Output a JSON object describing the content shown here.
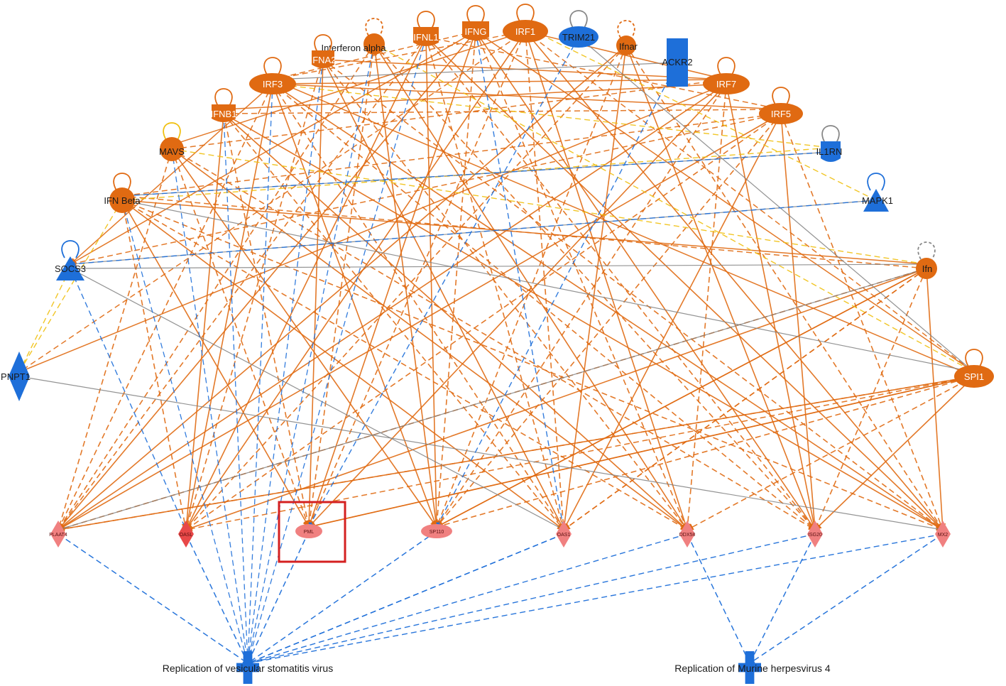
{
  "colors": {
    "up_node": "#e06a12",
    "down_node": "#1e6fd9",
    "target_node": "#f08080",
    "target_strong": "#e84848",
    "activation_edge": "#e06a12",
    "inhibition_edge": "#1e6fd9",
    "yellow_edge": "#f0c010",
    "grey_edge": "#808080",
    "highlight_box": "#d42020"
  },
  "nodes": [
    {
      "id": "IFNL1",
      "label": "IFNL1",
      "shape": "rect",
      "color": "orange"
    },
    {
      "id": "IFNG",
      "label": "IFNG",
      "shape": "rect",
      "color": "orange"
    },
    {
      "id": "IRF1",
      "label": "IRF1",
      "shape": "ellipse",
      "color": "orange"
    },
    {
      "id": "TRIM21",
      "label": "TRIM21",
      "shape": "ellipse",
      "color": "blue"
    },
    {
      "id": "Ifnar",
      "label": "Ifnar",
      "shape": "circle",
      "color": "orange"
    },
    {
      "id": "IFNalpha",
      "label": "Interferon alpha",
      "shape": "circle",
      "color": "orange"
    },
    {
      "id": "IFNA2",
      "label": "IFNA2",
      "shape": "rect",
      "color": "orange"
    },
    {
      "id": "ACKR2",
      "label": "ACKR2",
      "shape": "tallrect",
      "color": "blue"
    },
    {
      "id": "IRF3",
      "label": "IRF3",
      "shape": "ellipse",
      "color": "orange"
    },
    {
      "id": "IRF7",
      "label": "IRF7",
      "shape": "ellipse",
      "color": "orange"
    },
    {
      "id": "IFNB1",
      "label": "IFNB1",
      "shape": "rect",
      "color": "orange"
    },
    {
      "id": "IRF5",
      "label": "IRF5",
      "shape": "ellipse",
      "color": "orange"
    },
    {
      "id": "MAVS",
      "label": "MAVS",
      "shape": "circle",
      "color": "orange"
    },
    {
      "id": "IL1RN",
      "label": "IL1RN",
      "shape": "rect",
      "color": "blue"
    },
    {
      "id": "IFNbeta",
      "label": "IFN Beta",
      "shape": "circle",
      "color": "orange"
    },
    {
      "id": "MAPK1",
      "label": "MAPK1",
      "shape": "triangle",
      "color": "blue"
    },
    {
      "id": "SOCS3",
      "label": "SOCS3",
      "shape": "triangle",
      "color": "blue"
    },
    {
      "id": "Ifn",
      "label": "Ifn",
      "shape": "circle",
      "color": "orange"
    },
    {
      "id": "PNPT1",
      "label": "PNPT1",
      "shape": "diamond",
      "color": "blue"
    },
    {
      "id": "SPI1",
      "label": "SPI1",
      "shape": "ellipse",
      "color": "orange"
    },
    {
      "id": "PLAAT4",
      "label": "PLAAT4",
      "shape": "diamond",
      "color": "pink"
    },
    {
      "id": "OASL",
      "label": "OASL",
      "shape": "diamond",
      "color": "red"
    },
    {
      "id": "PML",
      "label": "PML",
      "shape": "ellipse",
      "color": "pink"
    },
    {
      "id": "SP110",
      "label": "SP110",
      "shape": "ellipse",
      "color": "pink"
    },
    {
      "id": "OAS1",
      "label": "OAS1",
      "shape": "diamond",
      "color": "pink"
    },
    {
      "id": "DDX58",
      "label": "DDX58",
      "shape": "diamond",
      "color": "pink"
    },
    {
      "id": "ISG20",
      "label": "ISG20",
      "shape": "diamond",
      "color": "pink"
    },
    {
      "id": "MX2",
      "label": "MX2",
      "shape": "diamond",
      "color": "pink"
    },
    {
      "id": "VSV",
      "label": "Replication of vesicular stomatitis virus",
      "shape": "cross",
      "color": "blue"
    },
    {
      "id": "MHV4",
      "label": "Replication of Murine herpesvirus 4",
      "shape": "cross",
      "color": "blue"
    }
  ],
  "highlighted_node": "PML"
}
